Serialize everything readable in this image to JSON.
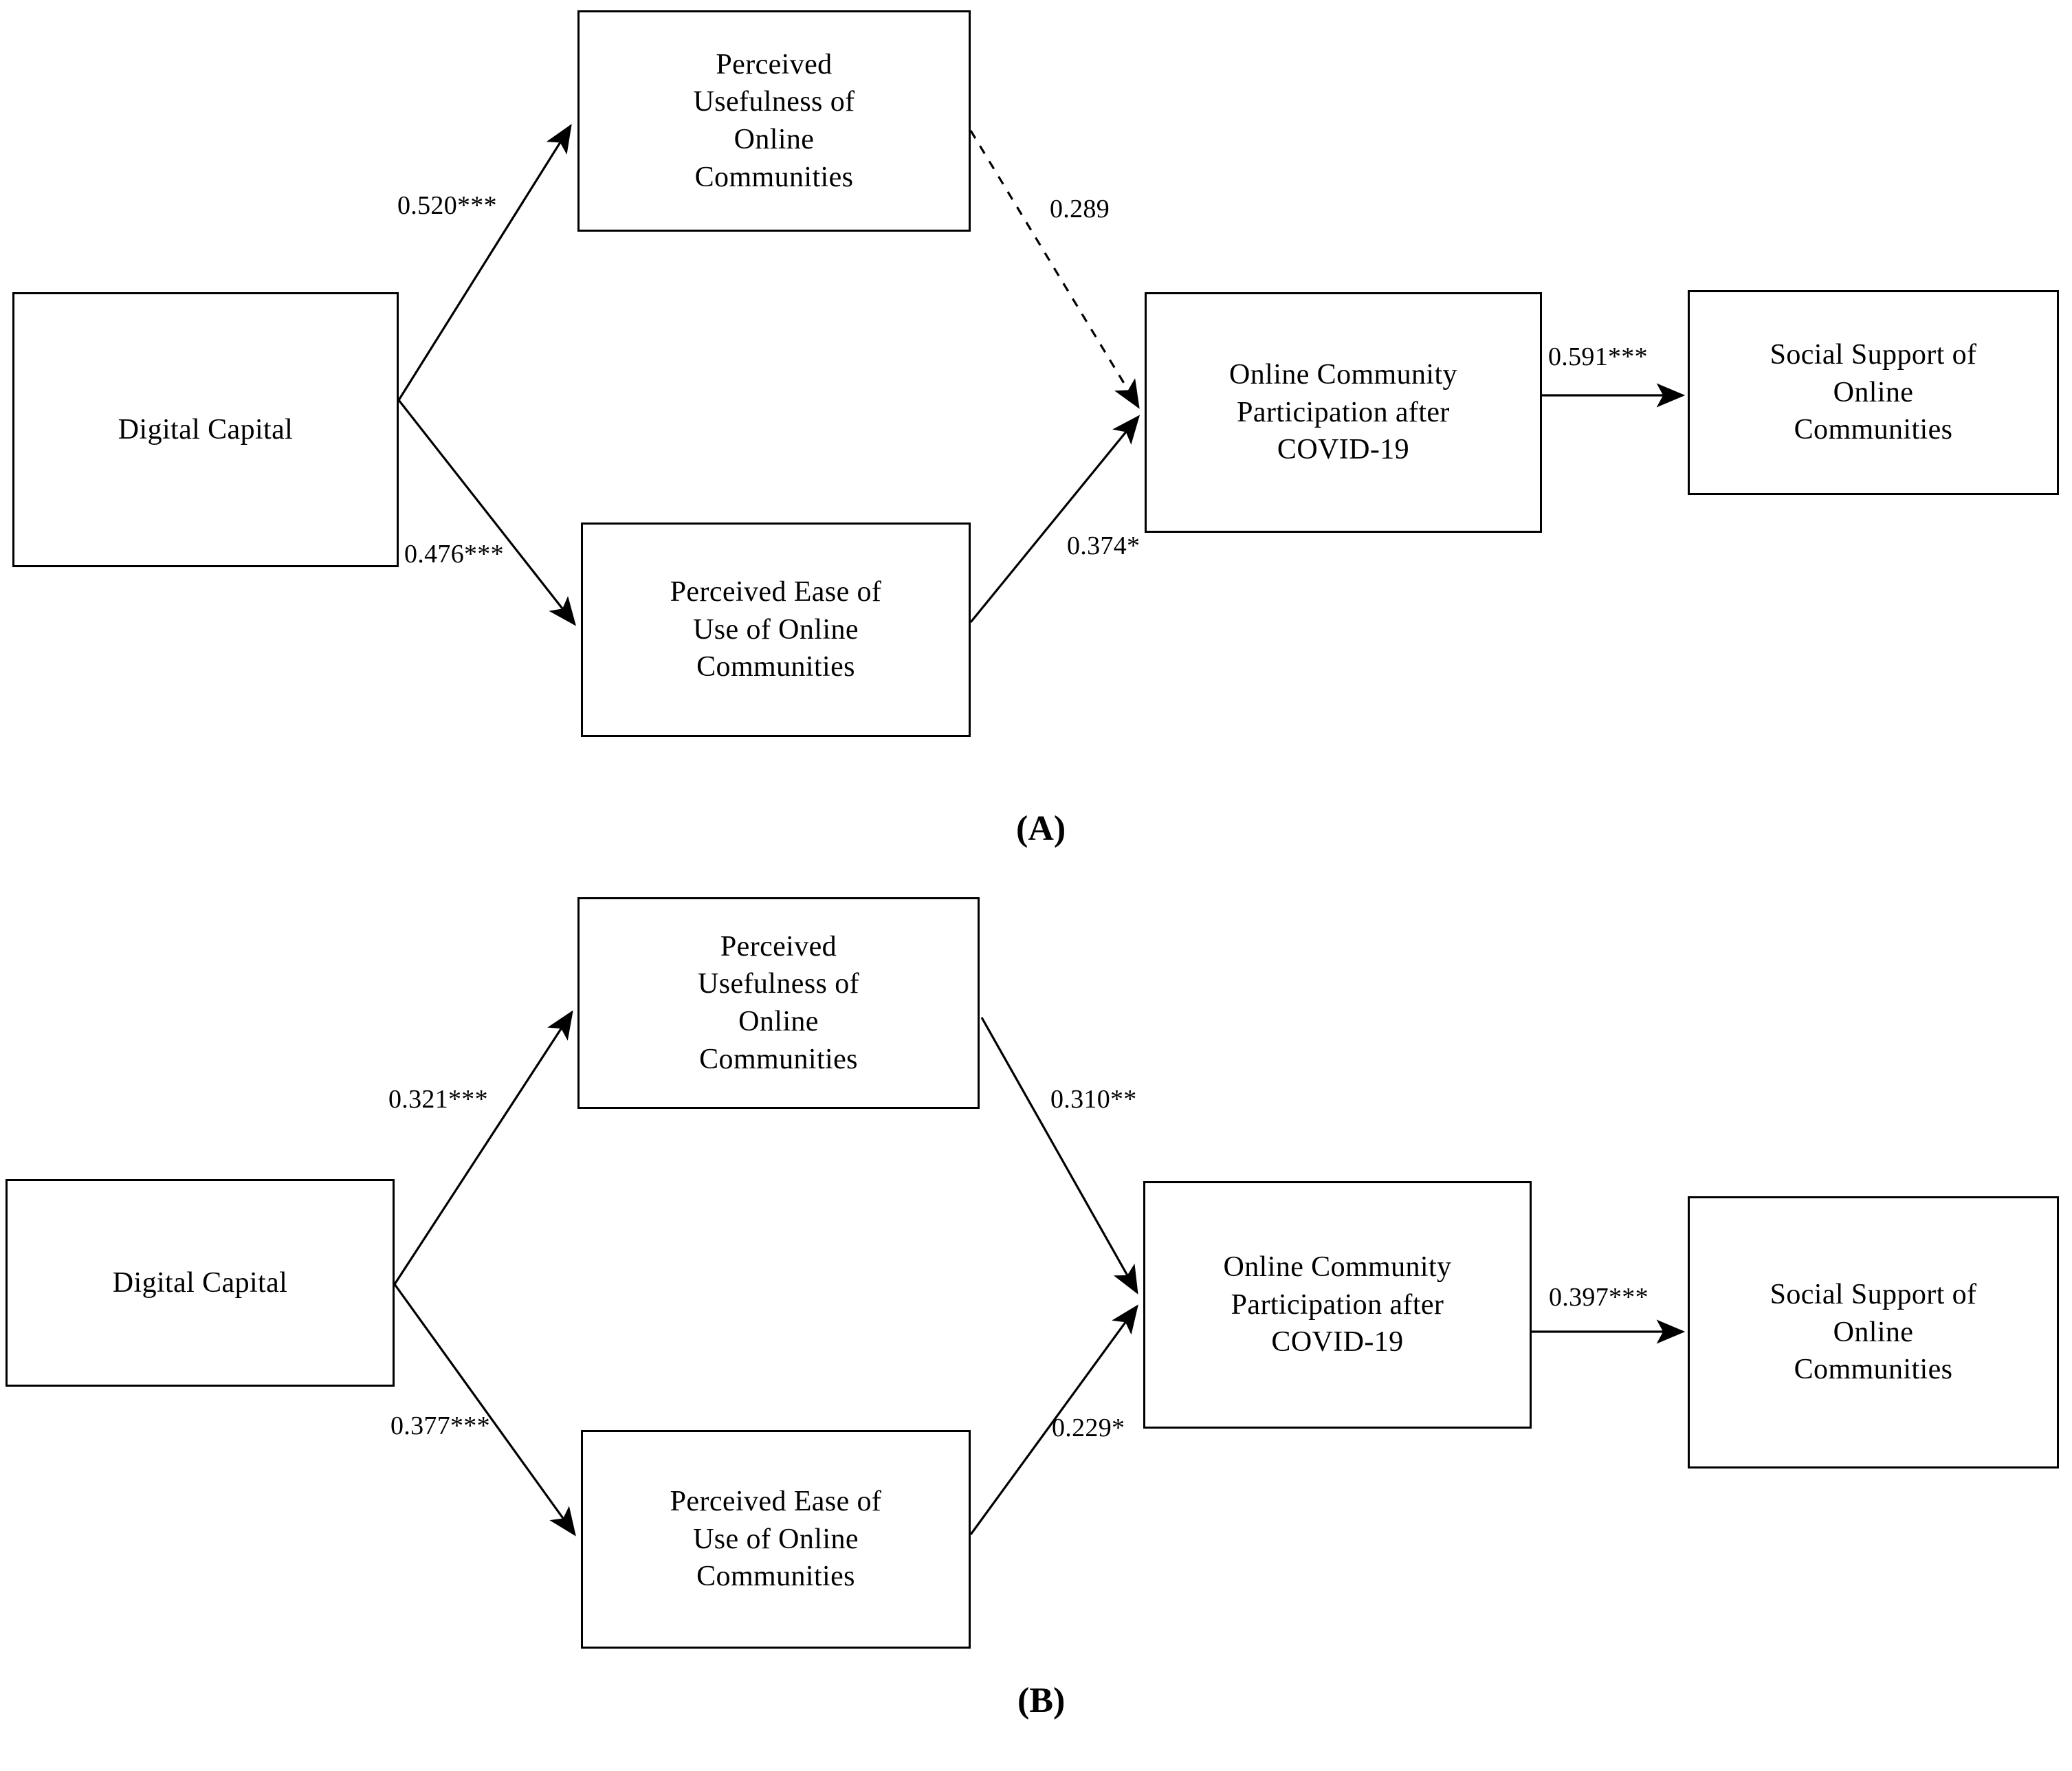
{
  "figure": {
    "type": "path-diagram",
    "description": "Two structural equation model path diagrams (A) and (B)",
    "panels": [
      {
        "id": "A",
        "label": "(A)",
        "nodes": [
          {
            "id": "pu",
            "label": "Perceived\nUsefulness of\nOnline\nCommunities"
          },
          {
            "id": "dc",
            "label": "Digital  Capital"
          },
          {
            "id": "ocp",
            "label": "Online Community\nParticipation  after\nCOVID-19"
          },
          {
            "id": "ss",
            "label": "Social Support of\nOnline\nCommunities"
          },
          {
            "id": "peou",
            "label": "Perceived  Ease of\nUse of Online\nCommunities"
          }
        ],
        "paths": [
          {
            "from": "dc",
            "to": "pu",
            "coefficient": "0.520***",
            "style": "solid"
          },
          {
            "from": "pu",
            "to": "ocp",
            "coefficient": "0.289",
            "style": "dashed"
          },
          {
            "from": "dc",
            "to": "peou",
            "coefficient": "0.476***",
            "style": "solid"
          },
          {
            "from": "peou",
            "to": "ocp",
            "coefficient": "0.374*",
            "style": "solid"
          },
          {
            "from": "ocp",
            "to": "ss",
            "coefficient": "0.591***",
            "style": "solid"
          }
        ]
      },
      {
        "id": "B",
        "label": "(B)",
        "nodes": [
          {
            "id": "pu",
            "label": "Perceived\nUsefulness of\nOnline\nCommunities"
          },
          {
            "id": "dc",
            "label": "Digital  Capital"
          },
          {
            "id": "ocp",
            "label": "Online Community\nParticipation  after\nCOVID-19"
          },
          {
            "id": "ss",
            "label": "Social Support of\nOnline\nCommunities"
          },
          {
            "id": "peou",
            "label": "Perceived  Ease of\nUse of Online\nCommunities"
          }
        ],
        "paths": [
          {
            "from": "dc",
            "to": "pu",
            "coefficient": "0.321***",
            "style": "solid"
          },
          {
            "from": "pu",
            "to": "ocp",
            "coefficient": "0.310**",
            "style": "solid"
          },
          {
            "from": "dc",
            "to": "peou",
            "coefficient": "0.377***",
            "style": "solid"
          },
          {
            "from": "peou",
            "to": "ocp",
            "coefficient": "0.229*",
            "style": "solid"
          },
          {
            "from": "ocp",
            "to": "ss",
            "coefficient": "0.397***",
            "style": "solid"
          }
        ]
      }
    ],
    "colors": {
      "stroke": "#000000",
      "background": "#ffffff",
      "text": "#000000"
    }
  }
}
